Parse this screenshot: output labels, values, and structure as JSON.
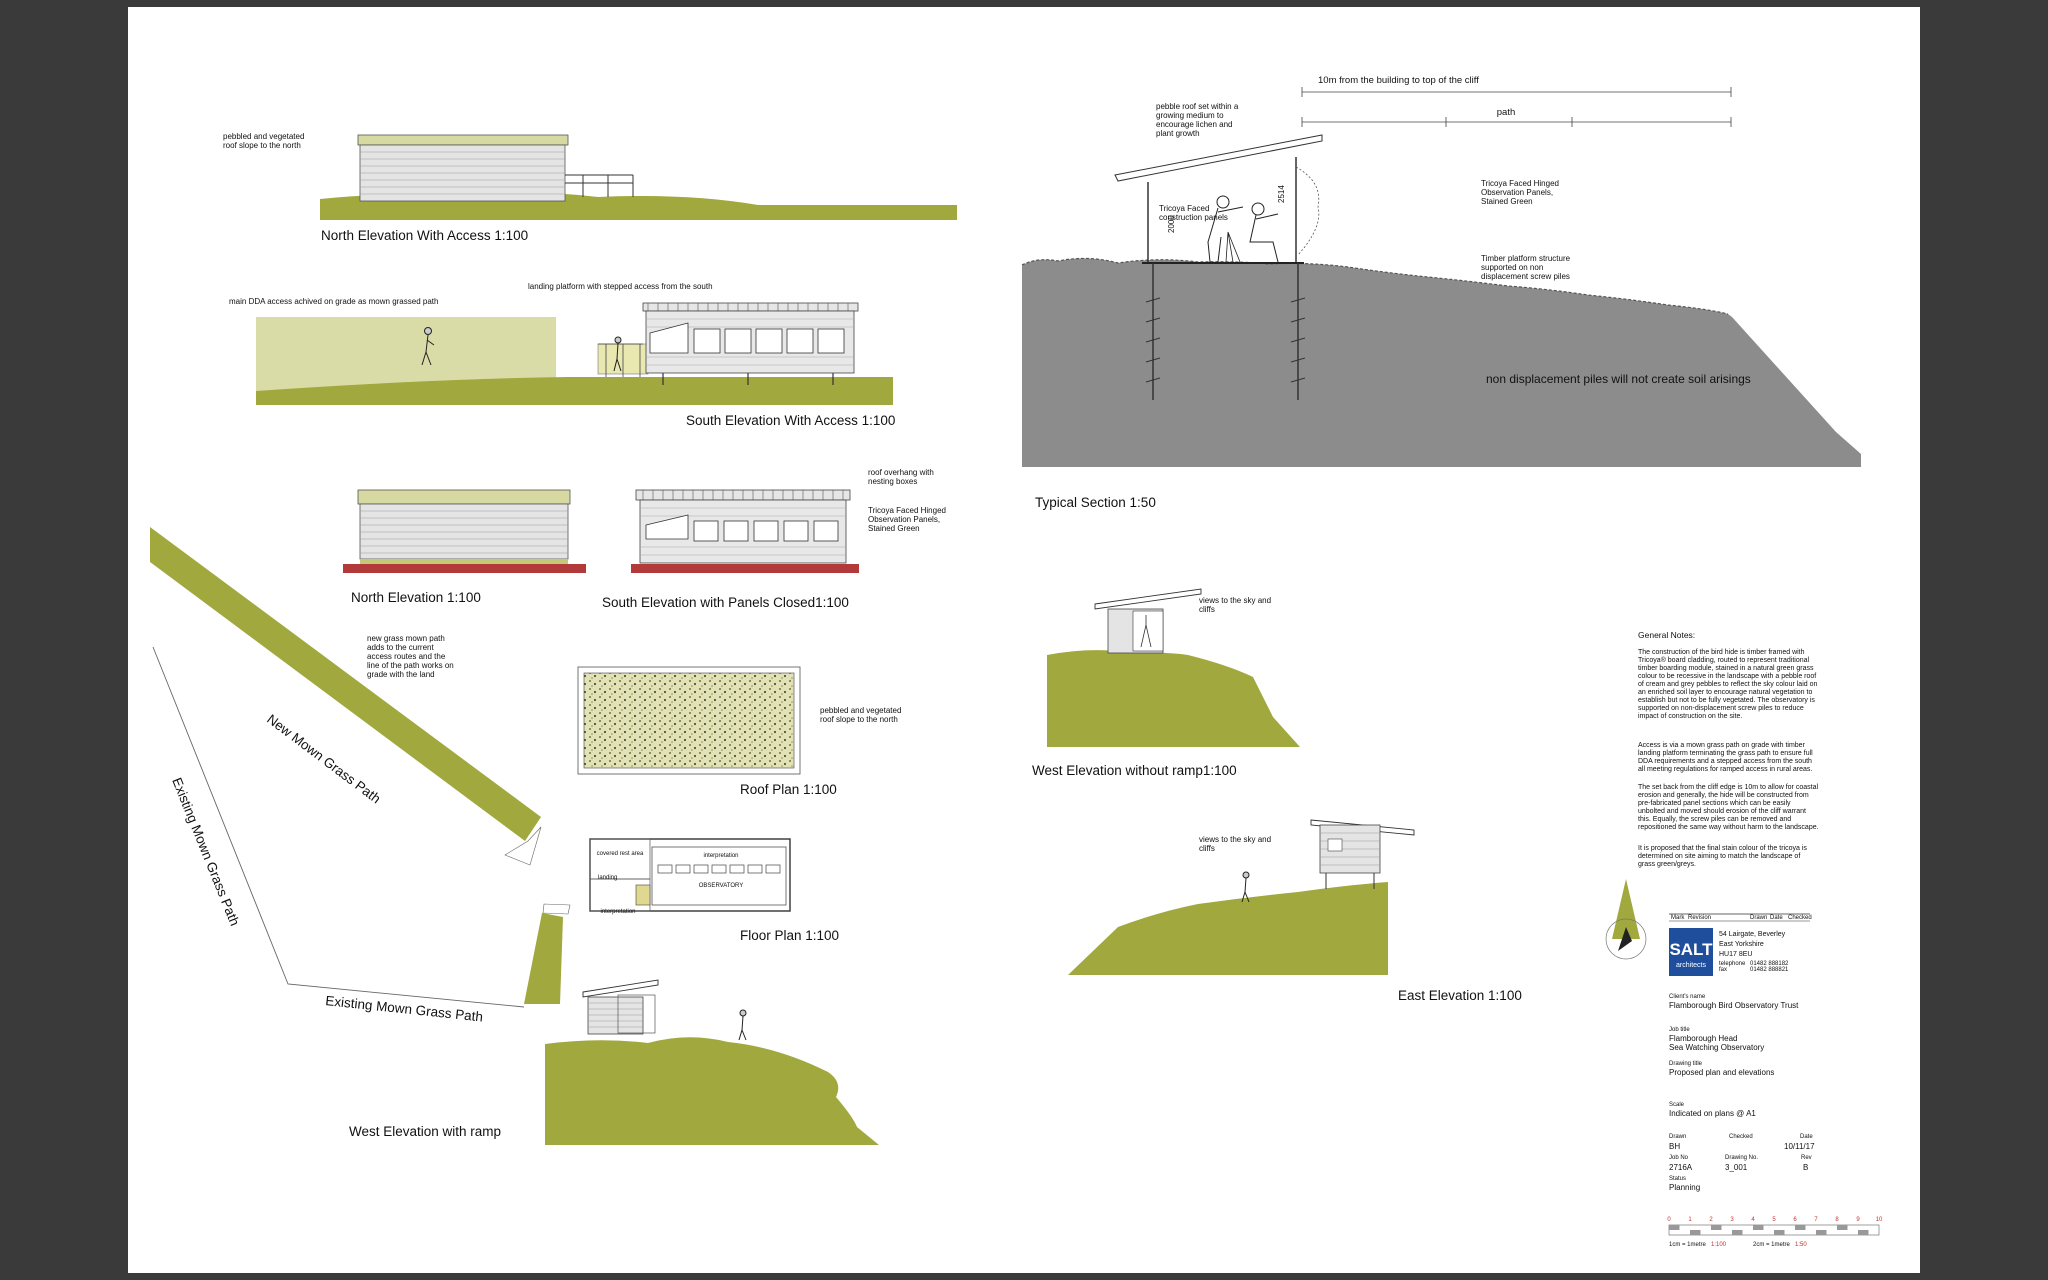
{
  "colors": {
    "grass": "#a1a83e",
    "grass_light": "#d9dca6",
    "ground_grey": "#8c8c8c",
    "brick_red": "#b23a3a",
    "salt_blue": "#1f4e9c",
    "cladding": "#dcdcdc"
  },
  "north_access": {
    "title": "North Elevation With Access 1:100",
    "note": [
      "pebbled and vegetated",
      "roof slope to the north"
    ]
  },
  "south_access": {
    "title": "South Elevation With Access 1:100",
    "note_dda": "main DDA access achived on grade as mown grassed path",
    "note_landing": "landing platform with stepped access from the south"
  },
  "north_elev": {
    "title": "North Elevation 1:100"
  },
  "south_closed": {
    "title": "South Elevation with Panels Closed1:100",
    "note_overhang": [
      "roof overhang with",
      "nesting boxes"
    ],
    "note_panels": [
      "Tricoya Faced Hinged",
      "Observation Panels,",
      "Stained Green"
    ]
  },
  "roof_plan": {
    "title": "Roof Plan 1:100",
    "note": [
      "pebbled and vegetated",
      "roof slope to the north"
    ]
  },
  "site_plan": {
    "note": [
      "new grass mown path",
      "adds to the current",
      "access routes and the",
      "line of the path works on",
      "grade with the land"
    ],
    "new_path": "New Mown Grass Path",
    "existing_path_v": "Existing Mown Grass Path",
    "existing_path_h": "Existing Mown Grass Path"
  },
  "floor_plan": {
    "title": "Floor Plan 1:100",
    "room_obs": "OBSERVATORY",
    "room_interp1": "interpretation",
    "room_interp2": "interpretation",
    "room_covered": "covered rest area",
    "room_landing": "landing"
  },
  "west_ramp": {
    "title": "West Elevation with ramp"
  },
  "section": {
    "title": "Typical Section 1:50",
    "dim_top": "10m from the building to top of the cliff",
    "dim_path": "path",
    "note_roof": [
      "pebble roof set within a",
      "growing medium to",
      "encourage lichen and",
      "plant growth"
    ],
    "note_panels": [
      "Tricoya Faced",
      "construction panels"
    ],
    "note_hinged": [
      "Tricoya Faced Hinged",
      "Observation Panels,",
      "Stained Green"
    ],
    "note_platform": [
      "Timber platform structure",
      "supported on non",
      "displacement screw piles"
    ],
    "note_piles": "non displacement piles will not create soil arisings",
    "dim_2000": "2000",
    "dim_2514": "2514"
  },
  "west_no_ramp": {
    "title": "West Elevation without ramp1:100",
    "note": [
      "views to the sky and",
      "cliffs"
    ]
  },
  "east_elev": {
    "title": "East Elevation 1:100",
    "note": [
      "views to the sky and",
      "cliffs"
    ]
  },
  "general_notes": {
    "heading": "General Notes:",
    "p1": [
      "The construction of the bird hide is timber framed with",
      "Tricoya® board cladding, routed to represent traditional",
      "timber boarding module, stained in a natural green grass",
      "colour to be recessive in the landscape with a pebble roof",
      "of cream and grey pebbles to reflect the sky colour laid on",
      "an enriched soil layer to encourage natural vegetation to",
      "establish but not to be fully vegetated. The observatory is",
      "supported on non-displacement screw piles to reduce",
      "impact of construction on the site."
    ],
    "p2": [
      "Access is via a mown grass path on grade with timber",
      "landing platform terminating the grass path to ensure full",
      "DDA requirements and a stepped access from the south",
      "all meeting regulations for ramped access in rural areas."
    ],
    "p3": [
      "The set back from the cliff edge is 10m to allow for coastal",
      "erosion and generally, the hide will be constructed from",
      "pre-fabricated panel sections which can be easily",
      "unbolted and moved should erosion of the cliff warrant",
      "this. Equally, the screw piles can be removed and",
      "repositioned the same way without harm to the landscape."
    ],
    "p4": [
      "It is proposed that the final stain colour of the tricoya is",
      "determined on site aiming to match the landscape of",
      "grass green/greys."
    ]
  },
  "title_block": {
    "rev_header": [
      "Mark",
      "Revision",
      "Drawn",
      "Date",
      "Checked"
    ],
    "logo_main": "SALT",
    "logo_sub": "architects",
    "address": [
      "54 Lairgate, Beverley",
      "East Yorkshire",
      "HU17 8EU"
    ],
    "phone_label": "telephone",
    "phone": "01482 888182",
    "fax_label": "fax",
    "fax": "01482 888821",
    "client_label": "Client's name",
    "client": "Flamborough Bird Observatory Trust",
    "job_label": "Job title",
    "job": [
      "Flamborough Head",
      "Sea Watching  Observatory"
    ],
    "drawing_label": "Drawing title",
    "drawing": "Proposed plan and elevations",
    "scale_label": "Scale",
    "scale": "Indicated on plans  @ A1",
    "drawn_label": "Drawn",
    "drawn": "BH",
    "checked_label": "Checked",
    "date_label": "Date",
    "date": "10/11/17",
    "jobno_label": "Job No",
    "jobno": "2716A",
    "drawingno_label": "Drawing No.",
    "drawingno": "3_001",
    "rev_label": "Rev",
    "rev": "B",
    "status_label": "Status",
    "status": "Planning",
    "scale_nums": [
      "0",
      "1",
      "2",
      "3",
      "4",
      "5",
      "6",
      "7",
      "8",
      "9",
      "10"
    ],
    "scalebar_1": "1cm = 1metre",
    "scalebar_1_val": "1:100",
    "scalebar_2": "2cm = 1metre",
    "scalebar_2_val": "1:50"
  }
}
